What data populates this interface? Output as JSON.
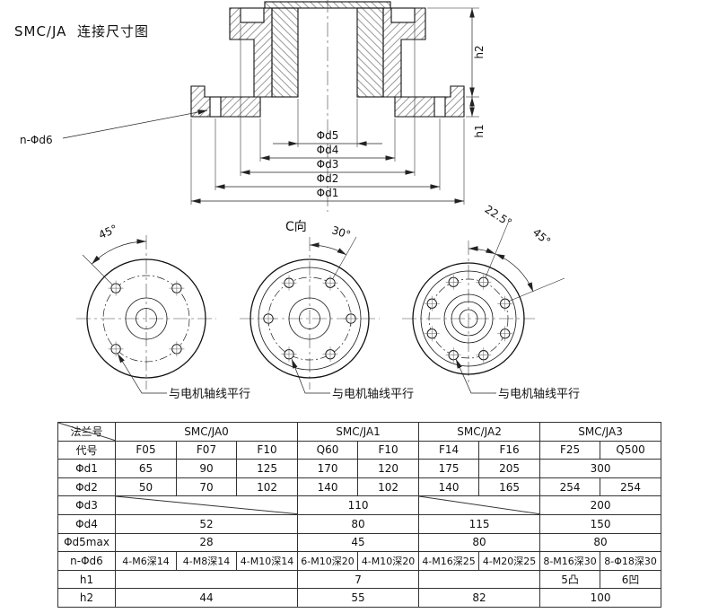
{
  "title": "SMC/JA  连接尺寸图",
  "drawing": {
    "dim_labels": {
      "d5": "Φd5",
      "d4": "Φd4",
      "d3": "Φd3",
      "d2": "Φd2",
      "d1": "Φd1",
      "h1": "h1",
      "h2": "h2",
      "bolt_note": "n-Φd6"
    },
    "views": {
      "left": {
        "angle": "45°",
        "note": "与电机轴线平行"
      },
      "middle": {
        "view_label": "C向",
        "angle": "30°",
        "note": "与电机轴线平行"
      },
      "right": {
        "angle_small": "22.5°",
        "angle_large": "45°",
        "note": "与电机轴线平行"
      }
    }
  },
  "table": {
    "flange_header": "法兰号",
    "code_header": "代号",
    "groups": [
      "SMC/JA0",
      "SMC/JA1",
      "SMC/JA2",
      "SMC/JA3"
    ],
    "codes": [
      "F05",
      "F07",
      "F10",
      "Q60",
      "F10",
      "F14",
      "F16",
      "F25",
      "Q500"
    ],
    "rows": {
      "d1": {
        "label": "Φd1",
        "values": [
          "65",
          "90",
          "125",
          "170",
          "120",
          "175",
          "205",
          "300"
        ]
      },
      "d2": {
        "label": "Φd2",
        "values": [
          "50",
          "70",
          "102",
          "140",
          "102",
          "140",
          "165",
          "254",
          "254"
        ]
      },
      "d3": {
        "label": "Φd3",
        "values": [
          "110",
          "200"
        ]
      },
      "d4": {
        "label": "Φd4",
        "values": [
          "52",
          "80",
          "115",
          "150"
        ]
      },
      "d5max": {
        "label": "Φd5max",
        "values": [
          "28",
          "45",
          "80",
          "80"
        ]
      },
      "d6": {
        "label": "n-Φd6",
        "values": [
          "4-M6深14",
          "4-M8深14",
          "4-M10深14",
          "6-M10深20",
          "4-M10深20",
          "4-M16深25",
          "4-M20深25",
          "8-M16深30",
          "8-Φ18深30"
        ]
      },
      "h1": {
        "label": "h1",
        "values": [
          "7",
          "5凸",
          "6凹"
        ]
      },
      "h2": {
        "label": "h2",
        "values": [
          "44",
          "55",
          "82",
          "100"
        ]
      }
    }
  }
}
